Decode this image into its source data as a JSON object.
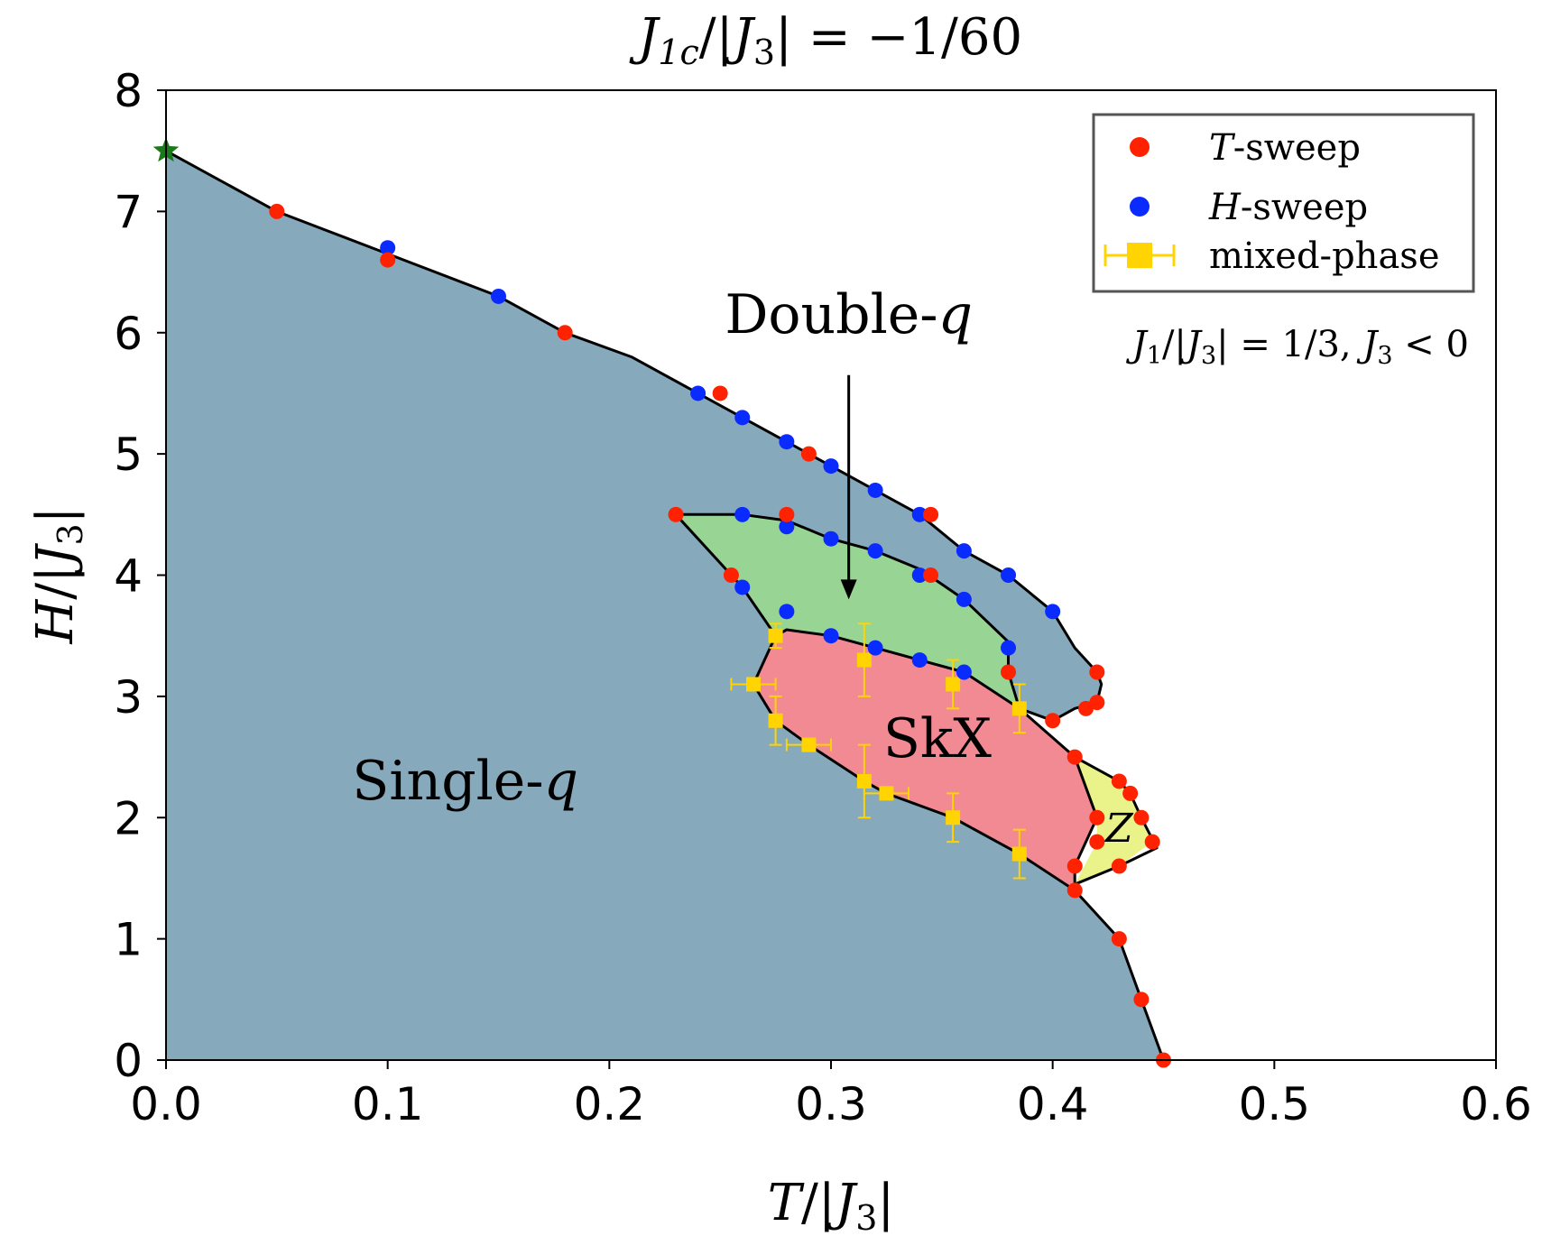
{
  "chart_data": {
    "type": "scatter",
    "title": "J_1c/|J_3| = −1/60",
    "xlabel": "T/|J_3|",
    "ylabel": "H/|J_3|",
    "xlim": [
      0.0,
      0.6
    ],
    "ylim": [
      0,
      8
    ],
    "x_ticks": [
      "0.0",
      "0.1",
      "0.2",
      "0.3",
      "0.4",
      "0.5",
      "0.6"
    ],
    "y_ticks": [
      "0",
      "1",
      "2",
      "3",
      "4",
      "5",
      "6",
      "7",
      "8"
    ],
    "grid": false,
    "legend_position": "top-right",
    "legend": [
      {
        "label": "T-sweep",
        "marker": "circle",
        "color": "#ff2200"
      },
      {
        "label": "H-sweep",
        "marker": "circle",
        "color": "#0a2bff"
      },
      {
        "label": "mixed-phase",
        "marker": "square-errorbar",
        "color": "#ffd400"
      }
    ],
    "parameter_note": "J_1/|J_3| = 1/3,  J_3 < 0",
    "region_labels": [
      {
        "text": "Single-q",
        "x": 0.135,
        "y": 2.15
      },
      {
        "text": "Double-q",
        "x": 0.308,
        "y": 6.0
      },
      {
        "text": "SkX",
        "x": 0.348,
        "y": 2.5
      },
      {
        "text": "Z",
        "x": 0.43,
        "y": 1.8
      }
    ],
    "arrow": {
      "from": [
        0.308,
        5.65
      ],
      "to": [
        0.308,
        3.8
      ]
    },
    "colors": {
      "single_q": "#87a9bc",
      "double_q": "#98d595",
      "skx": "#f28a94",
      "z": "#eaf28a",
      "t_sweep": "#ff2200",
      "h_sweep": "#0a2bff",
      "mixed": "#ffd400",
      "star": "#1a7a1a"
    },
    "regions": {
      "single_q": [
        [
          0,
          7.5
        ],
        [
          0.05,
          7.0
        ],
        [
          0.1,
          6.65
        ],
        [
          0.15,
          6.3
        ],
        [
          0.18,
          6.0
        ],
        [
          0.21,
          5.8
        ],
        [
          0.24,
          5.5
        ],
        [
          0.26,
          5.3
        ],
        [
          0.28,
          5.1
        ],
        [
          0.29,
          5.0
        ],
        [
          0.3,
          4.9
        ],
        [
          0.32,
          4.7
        ],
        [
          0.34,
          4.5
        ],
        [
          0.36,
          4.2
        ],
        [
          0.38,
          4.0
        ],
        [
          0.4,
          3.7
        ],
        [
          0.41,
          3.4
        ],
        [
          0.42,
          3.2
        ],
        [
          0.422,
          3.1
        ],
        [
          0.42,
          2.95
        ],
        [
          0.41,
          2.9
        ],
        [
          0.4,
          2.8
        ],
        [
          0.385,
          2.9
        ],
        [
          0.41,
          2.5
        ],
        [
          0.42,
          2.0
        ],
        [
          0.41,
          1.6
        ],
        [
          0.41,
          1.4
        ],
        [
          0.43,
          1.0
        ],
        [
          0.44,
          0.5
        ],
        [
          0.45,
          0
        ],
        [
          0,
          0
        ]
      ],
      "double_q": [
        [
          0.23,
          4.5
        ],
        [
          0.26,
          4.5
        ],
        [
          0.28,
          4.45
        ],
        [
          0.3,
          4.3
        ],
        [
          0.32,
          4.2
        ],
        [
          0.34,
          4.05
        ],
        [
          0.36,
          3.8
        ],
        [
          0.38,
          3.45
        ],
        [
          0.38,
          3.2
        ],
        [
          0.385,
          2.9
        ],
        [
          0.36,
          3.2
        ],
        [
          0.34,
          3.3
        ],
        [
          0.32,
          3.4
        ],
        [
          0.3,
          3.5
        ],
        [
          0.28,
          3.55
        ],
        [
          0.275,
          3.5
        ],
        [
          0.26,
          3.9
        ],
        [
          0.255,
          4.0
        ]
      ],
      "skx": [
        [
          0.275,
          3.5
        ],
        [
          0.28,
          3.55
        ],
        [
          0.3,
          3.5
        ],
        [
          0.32,
          3.4
        ],
        [
          0.34,
          3.3
        ],
        [
          0.36,
          3.2
        ],
        [
          0.385,
          2.9
        ],
        [
          0.41,
          2.5
        ],
        [
          0.42,
          2.0
        ],
        [
          0.41,
          1.6
        ],
        [
          0.41,
          1.4
        ],
        [
          0.385,
          1.7
        ],
        [
          0.355,
          2.0
        ],
        [
          0.325,
          2.2
        ],
        [
          0.315,
          2.3
        ],
        [
          0.29,
          2.6
        ],
        [
          0.275,
          2.8
        ],
        [
          0.265,
          3.1
        ]
      ],
      "z": [
        [
          0.41,
          2.5
        ],
        [
          0.43,
          2.3
        ],
        [
          0.435,
          2.2
        ],
        [
          0.44,
          2.0
        ],
        [
          0.445,
          1.8
        ],
        [
          0.43,
          1.6
        ],
        [
          0.41,
          1.45
        ],
        [
          0.42,
          1.8
        ],
        [
          0.42,
          2.0
        ]
      ]
    },
    "boundaries": [
      [
        [
          0,
          7.5
        ],
        [
          0.05,
          7.0
        ],
        [
          0.1,
          6.65
        ],
        [
          0.15,
          6.3
        ],
        [
          0.18,
          6.0
        ],
        [
          0.21,
          5.8
        ],
        [
          0.24,
          5.5
        ],
        [
          0.26,
          5.3
        ],
        [
          0.28,
          5.1
        ],
        [
          0.29,
          5.0
        ],
        [
          0.3,
          4.9
        ],
        [
          0.32,
          4.7
        ],
        [
          0.34,
          4.5
        ],
        [
          0.36,
          4.2
        ],
        [
          0.38,
          4.0
        ],
        [
          0.4,
          3.7
        ],
        [
          0.41,
          3.4
        ],
        [
          0.42,
          3.2
        ],
        [
          0.422,
          3.1
        ],
        [
          0.42,
          2.95
        ],
        [
          0.41,
          2.9
        ],
        [
          0.4,
          2.8
        ],
        [
          0.385,
          2.9
        ]
      ],
      [
        [
          0.23,
          4.5
        ],
        [
          0.26,
          4.5
        ],
        [
          0.28,
          4.45
        ],
        [
          0.3,
          4.3
        ],
        [
          0.32,
          4.2
        ],
        [
          0.34,
          4.05
        ],
        [
          0.36,
          3.8
        ],
        [
          0.38,
          3.45
        ],
        [
          0.38,
          3.2
        ],
        [
          0.385,
          2.9
        ]
      ],
      [
        [
          0.23,
          4.5
        ],
        [
          0.255,
          4.0
        ],
        [
          0.26,
          3.9
        ],
        [
          0.275,
          3.5
        ],
        [
          0.28,
          3.55
        ],
        [
          0.3,
          3.5
        ],
        [
          0.32,
          3.4
        ],
        [
          0.34,
          3.3
        ],
        [
          0.36,
          3.2
        ],
        [
          0.385,
          2.9
        ],
        [
          0.41,
          2.5
        ],
        [
          0.42,
          2.0
        ],
        [
          0.41,
          1.6
        ],
        [
          0.41,
          1.4
        ]
      ],
      [
        [
          0.275,
          3.5
        ],
        [
          0.265,
          3.1
        ],
        [
          0.275,
          2.8
        ],
        [
          0.29,
          2.6
        ],
        [
          0.315,
          2.3
        ],
        [
          0.325,
          2.2
        ],
        [
          0.355,
          2.0
        ],
        [
          0.385,
          1.7
        ],
        [
          0.41,
          1.4
        ],
        [
          0.43,
          1.0
        ],
        [
          0.44,
          0.5
        ],
        [
          0.45,
          0
        ]
      ],
      [
        [
          0.41,
          2.5
        ],
        [
          0.43,
          2.3
        ],
        [
          0.435,
          2.2
        ],
        [
          0.44,
          2.0
        ],
        [
          0.447,
          1.75
        ],
        [
          0.43,
          1.6
        ],
        [
          0.41,
          1.45
        ]
      ]
    ],
    "series": [
      {
        "name": "T-sweep",
        "points": [
          [
            0.05,
            7.0
          ],
          [
            0.1,
            6.6
          ],
          [
            0.18,
            6.0
          ],
          [
            0.25,
            5.5
          ],
          [
            0.29,
            5.0
          ],
          [
            0.345,
            4.5
          ],
          [
            0.23,
            4.5
          ],
          [
            0.28,
            4.5
          ],
          [
            0.255,
            4.0
          ],
          [
            0.345,
            4.0
          ],
          [
            0.38,
            3.2
          ],
          [
            0.42,
            3.2
          ],
          [
            0.42,
            2.95
          ],
          [
            0.415,
            2.9
          ],
          [
            0.4,
            2.8
          ],
          [
            0.41,
            2.5
          ],
          [
            0.43,
            2.3
          ],
          [
            0.435,
            2.2
          ],
          [
            0.42,
            2.0
          ],
          [
            0.44,
            2.0
          ],
          [
            0.42,
            1.8
          ],
          [
            0.445,
            1.8
          ],
          [
            0.41,
            1.6
          ],
          [
            0.43,
            1.6
          ],
          [
            0.41,
            1.4
          ],
          [
            0.43,
            1.0
          ],
          [
            0.44,
            0.5
          ],
          [
            0.45,
            0.0
          ]
        ]
      },
      {
        "name": "H-sweep",
        "points": [
          [
            0.1,
            6.7
          ],
          [
            0.15,
            6.3
          ],
          [
            0.24,
            5.5
          ],
          [
            0.26,
            5.3
          ],
          [
            0.28,
            5.1
          ],
          [
            0.3,
            4.9
          ],
          [
            0.32,
            4.7
          ],
          [
            0.34,
            4.5
          ],
          [
            0.36,
            4.2
          ],
          [
            0.38,
            4.0
          ],
          [
            0.4,
            3.7
          ],
          [
            0.26,
            4.5
          ],
          [
            0.28,
            4.4
          ],
          [
            0.3,
            4.3
          ],
          [
            0.32,
            4.2
          ],
          [
            0.34,
            4.0
          ],
          [
            0.36,
            3.8
          ],
          [
            0.26,
            3.9
          ],
          [
            0.28,
            3.7
          ],
          [
            0.3,
            3.5
          ],
          [
            0.32,
            3.4
          ],
          [
            0.34,
            3.3
          ],
          [
            0.36,
            3.2
          ],
          [
            0.38,
            3.4
          ]
        ]
      },
      {
        "name": "mixed-phase",
        "points": [
          {
            "x": 0.275,
            "y": 3.5,
            "xerr": 0.0,
            "yerr": 0.1
          },
          {
            "x": 0.315,
            "y": 3.3,
            "xerr": 0.0,
            "yerr": 0.3
          },
          {
            "x": 0.355,
            "y": 3.1,
            "xerr": 0.0,
            "yerr": 0.2
          },
          {
            "x": 0.385,
            "y": 2.9,
            "xerr": 0.0,
            "yerr": 0.2
          },
          {
            "x": 0.265,
            "y": 3.1,
            "xerr": 0.01,
            "yerr": 0.0
          },
          {
            "x": 0.275,
            "y": 2.8,
            "xerr": 0.0,
            "yerr": 0.2
          },
          {
            "x": 0.29,
            "y": 2.6,
            "xerr": 0.01,
            "yerr": 0.0
          },
          {
            "x": 0.315,
            "y": 2.3,
            "xerr": 0.0,
            "yerr": 0.3
          },
          {
            "x": 0.325,
            "y": 2.2,
            "xerr": 0.01,
            "yerr": 0.0
          },
          {
            "x": 0.355,
            "y": 2.0,
            "xerr": 0.0,
            "yerr": 0.2
          },
          {
            "x": 0.385,
            "y": 1.7,
            "xerr": 0.0,
            "yerr": 0.2
          }
        ]
      }
    ],
    "star_point": [
      0,
      7.5
    ]
  }
}
